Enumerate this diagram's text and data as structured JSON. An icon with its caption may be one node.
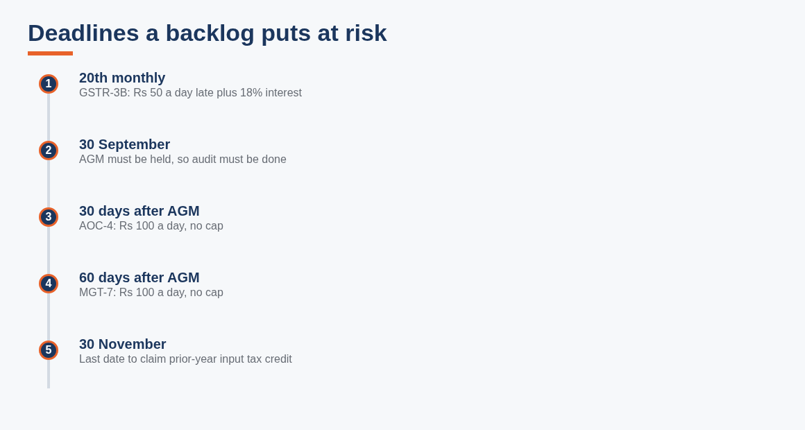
{
  "diagram": {
    "title": "Deadlines a backlog puts at risk",
    "nodes": [
      {
        "text": [
          "1"
        ],
        "beside": [
          "20th monthly",
          "GSTR-3B: Rs 50 a day late plus 18% interest"
        ]
      },
      {
        "text": [
          "2"
        ],
        "beside": [
          "30 September",
          "AGM must be held, so audit must be done"
        ]
      },
      {
        "text": [
          "3"
        ],
        "beside": [
          "30 days after AGM",
          "AOC-4: Rs 100 a day, no cap"
        ]
      },
      {
        "text": [
          "4"
        ],
        "beside": [
          "60 days after AGM",
          "MGT-7: Rs 100 a day, no cap"
        ]
      },
      {
        "text": [
          "5"
        ],
        "beside": [
          "30 November",
          "Last date to claim prior-year input tax credit"
        ]
      }
    ],
    "edges": [
      {
        "from": 0,
        "to": 1,
        "arrow": "none"
      },
      {
        "from": 1,
        "to": 2,
        "arrow": "none"
      },
      {
        "from": 2,
        "to": 3,
        "arrow": "none"
      },
      {
        "from": 3,
        "to": 4,
        "arrow": "none"
      }
    ]
  }
}
